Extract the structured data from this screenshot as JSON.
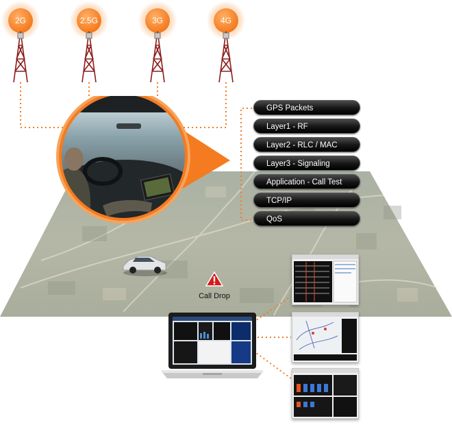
{
  "towers": [
    {
      "label": "2G"
    },
    {
      "label": "2.5G"
    },
    {
      "label": "3G"
    },
    {
      "label": "4G"
    }
  ],
  "layers": [
    "GPS Packets",
    "Layer1 - RF",
    "Layer2 - RLC / MAC",
    "Layer3 - Signaling",
    "Application - Call Test",
    "TCP/IP",
    "QoS"
  ],
  "event": {
    "label": "Call Drop",
    "icon": "warning-icon"
  },
  "colors": {
    "accent": "#f47b20",
    "pill": "#1c1c1c",
    "warning": "#d51a1a"
  }
}
